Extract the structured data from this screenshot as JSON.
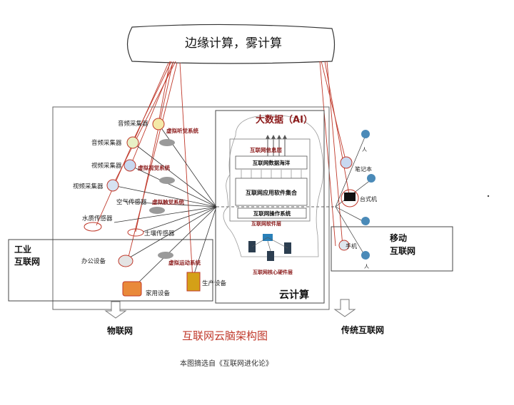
{
  "top_cloud": {
    "label": "边缘计算，雾计算"
  },
  "left_panel": {
    "devices": [
      "音频采集器",
      "音频采集器",
      "视频采集器",
      "视频采集器",
      "空气传感器",
      "水质传感器",
      "土壤传感器",
      "办公设备",
      "家用设备",
      "生产设备"
    ],
    "virtual_systems": [
      "虚拟听觉系统",
      "虚拟视觉系统",
      "虚拟触觉系统",
      "虚拟运动系统"
    ]
  },
  "industrial_internet": {
    "line1": "工业",
    "line2": "互联网"
  },
  "brain": {
    "big_data": "大数据（AI）",
    "layers": [
      "互联网信息层",
      "互联网数据海洋",
      "互联网应用软件集合",
      "互联网操作系统",
      "互联网软件层",
      "互联网核心硬件层"
    ],
    "cloud_computing": "云计算"
  },
  "right_panel": {
    "devices": [
      "笔记本",
      "台式机",
      "手机"
    ],
    "person_label": "人",
    "mobile_internet": {
      "line1": "移动",
      "line2": "互联网"
    }
  },
  "bottom": {
    "iot_label": "物联网",
    "traditional_internet_label": "传统互联网",
    "caption_title": "互联网云脑架构图",
    "caption_source": "本图摘选自《互联网进化论》"
  },
  "colors": {
    "accent_red": "#c0392b",
    "frame": "#555555",
    "dark_red": "#8b1a1a"
  }
}
